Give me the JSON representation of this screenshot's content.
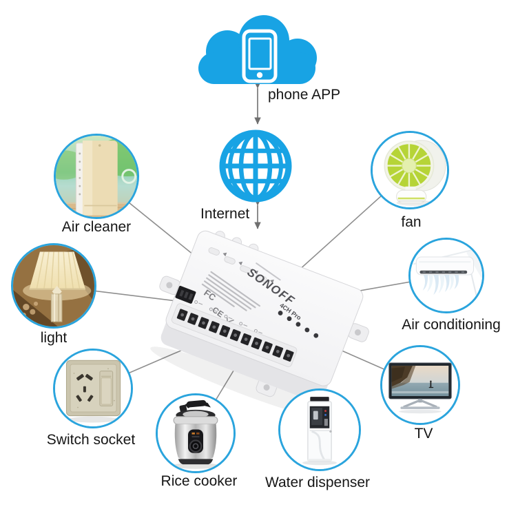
{
  "cloud": {
    "label": "phone APP",
    "icon": "smartphone-in-cloud"
  },
  "internet": {
    "label": "Internet",
    "icon": "globe"
  },
  "hub": {
    "brand": "SONOFF",
    "model": "4CH Pro",
    "cert_marks": [
      "FC",
      "CE"
    ]
  },
  "devices": [
    {
      "id": "air-cleaner",
      "label": "Air cleaner"
    },
    {
      "id": "fan",
      "label": "fan"
    },
    {
      "id": "light",
      "label": "light"
    },
    {
      "id": "air-conditioning",
      "label": "Air conditioning"
    },
    {
      "id": "switch-socket",
      "label": "Switch socket"
    },
    {
      "id": "tv",
      "label": "TV"
    },
    {
      "id": "rice-cooker",
      "label": "Rice cooker"
    },
    {
      "id": "water-dispenser",
      "label": "Water dispenser"
    }
  ],
  "colors": {
    "accent_blue": "#18a3e4",
    "ring_blue": "#2aa4dd",
    "line_gray": "#8e8e8e",
    "arrow_gray": "#6f6f6f",
    "label_black": "#161616"
  }
}
